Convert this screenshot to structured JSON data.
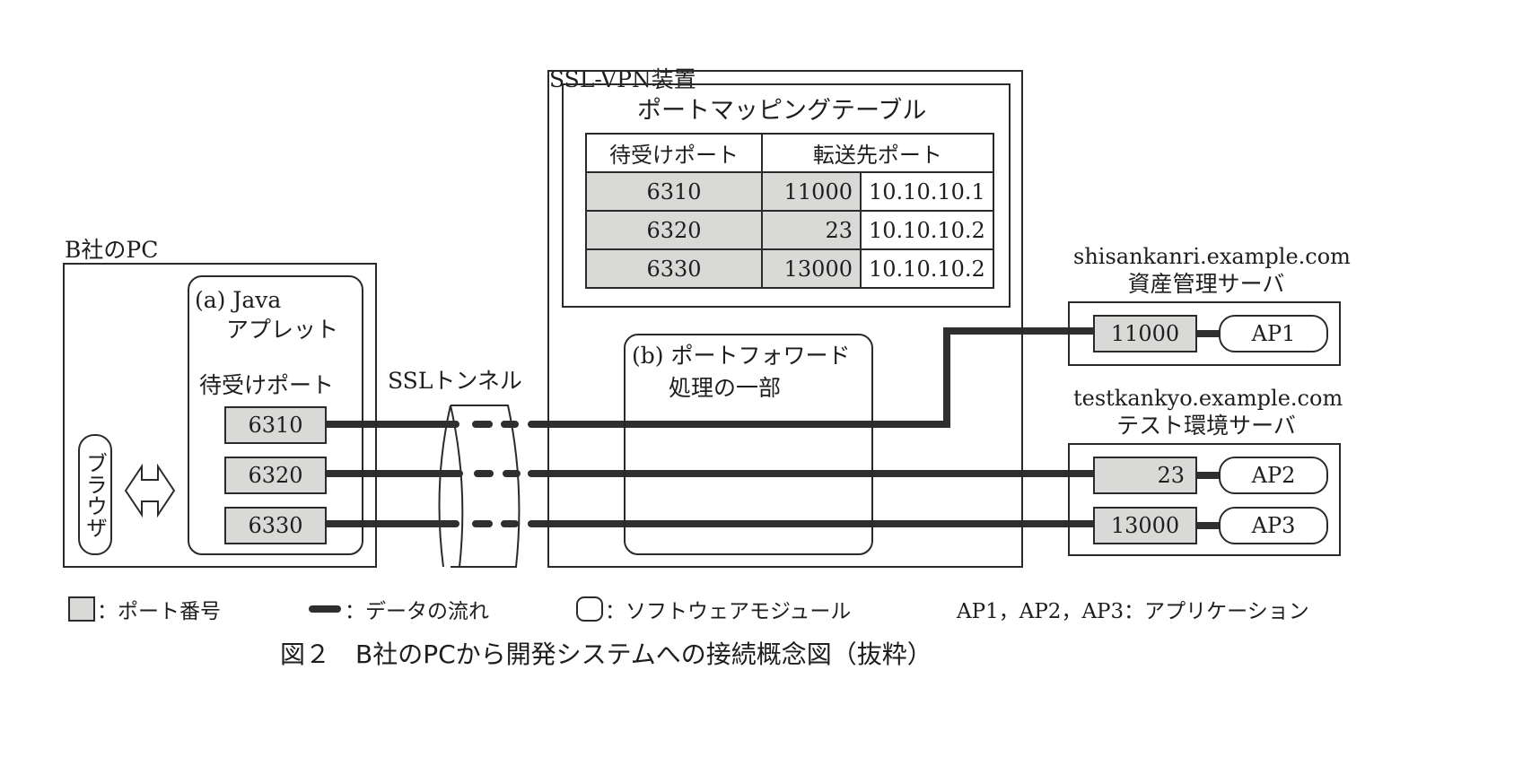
{
  "pc": {
    "title": "B社のPC",
    "applet_label_line1": "(a) Java",
    "applet_label_line2": "アプレット",
    "listen_port_label": "待受けポート",
    "ports": [
      "6310",
      "6320",
      "6330"
    ],
    "browser_label": "ブラウザ"
  },
  "tunnel": {
    "label": "SSLトンネル"
  },
  "vpn": {
    "title": "SSL-VPN装置",
    "table": {
      "title": "ポートマッピングテーブル",
      "headers": [
        "待受けポート",
        "転送先ポート"
      ],
      "rows": [
        {
          "listen": "6310",
          "dest_port": "11000",
          "dest_ip": "10.10.10.1"
        },
        {
          "listen": "6320",
          "dest_port": "23",
          "dest_ip": "10.10.10.2"
        },
        {
          "listen": "6330",
          "dest_port": "13000",
          "dest_ip": "10.10.10.2"
        }
      ]
    },
    "portforward_line1": "(b) ポートフォワード",
    "portforward_line2": "処理の一部"
  },
  "servers": [
    {
      "host": "shisankanri.example.com",
      "name": "資産管理サーバ",
      "entries": [
        {
          "port": "11000",
          "app": "AP1"
        }
      ]
    },
    {
      "host": "testkankyo.example.com",
      "name": "テスト環境サーバ",
      "entries": [
        {
          "port": "23",
          "app": "AP2"
        },
        {
          "port": "13000",
          "app": "AP3"
        }
      ]
    }
  ],
  "legend": {
    "port": "：ポート番号",
    "flow": "：データの流れ",
    "module": "：ソフトウェアモジュール",
    "apps": "AP1，AP2，AP3：アプリケーション"
  },
  "caption": "図２　B社のPCから開発システムへの接続概念図（抜粋）"
}
